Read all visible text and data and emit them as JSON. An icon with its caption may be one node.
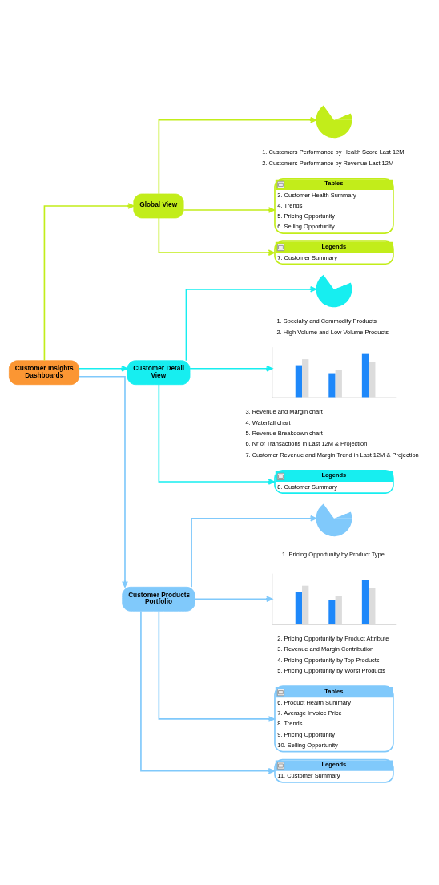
{
  "diagram": {
    "nodes": [
      {
        "text": [
          "Customer Insights Dashboards"
        ]
      },
      {
        "text": [
          "Global View"
        ]
      },
      {
        "text": [],
        "shape": "pie",
        "beside": [
          "1. Customers Performance by Health Score Last 12M",
          "2. Customers Performance by Revenue Last 12M"
        ]
      },
      {
        "text": [
          "Tables",
          "3. Customer Health Summary",
          "4. Trends",
          "5. Pricing Opportunity",
          "6. Selling Opportunity"
        ]
      },
      {
        "text": [
          "Legends",
          "7. Customer Summary"
        ]
      },
      {
        "text": [
          "Customer Detail View"
        ]
      },
      {
        "text": [],
        "shape": "pie",
        "beside": [
          "1. Specialty and Commodity Products",
          "2. High Volume and Low Volume Products"
        ]
      },
      {
        "text": [],
        "shape": "chart",
        "beside": [
          "3. Revenue and Margin chart",
          "4. Waterfall chart",
          "5. Revenue Breakdown chart",
          "6. Nr of Transactions in Last 12M & Projection",
          "7. Customer Revenue and Margin Trend in Last 12M & Projection"
        ]
      },
      {
        "text": [
          "Legends",
          "8. Customer Summary"
        ]
      },
      {
        "text": [
          "Customer Products Portfolio"
        ]
      },
      {
        "text": [],
        "shape": "pie",
        "beside": [
          "1. Pricing Opportunity by Product Type"
        ]
      },
      {
        "text": [],
        "shape": "chart",
        "beside": [
          "2. Pricing Opportunity by Product Attribute",
          "3. Revenue and Margin Contribution",
          "4. Pricing Opportunity by Top Products",
          "5. Pricing Opportunity by Worst Products"
        ]
      },
      {
        "text": [
          "Tables",
          "6. Product Health Summary",
          "7. Average Invoice Price",
          "8. Trends",
          "9. Pricing Opportunity",
          "10. Selling Opportunity"
        ]
      },
      {
        "text": [
          "Legends",
          "11. Customer Summary"
        ]
      }
    ],
    "edges": [
      {
        "from": 0,
        "to": 1,
        "arrow": "to",
        "color": "#c2ed1a"
      },
      {
        "from": 0,
        "to": 5,
        "arrow": "to",
        "color": "#17eef0"
      },
      {
        "from": 0,
        "to": 9,
        "arrow": "to",
        "color": "#80c9fb"
      },
      {
        "from": 1,
        "to": 2,
        "arrow": "to",
        "color": "#c2ed1a"
      },
      {
        "from": 1,
        "to": 3,
        "arrow": "to",
        "color": "#c2ed1a"
      },
      {
        "from": 1,
        "to": 4,
        "arrow": "to",
        "color": "#c2ed1a"
      },
      {
        "from": 5,
        "to": 6,
        "arrow": "to",
        "color": "#17eef0"
      },
      {
        "from": 5,
        "to": 7,
        "arrow": "to",
        "color": "#17eef0"
      },
      {
        "from": 5,
        "to": 8,
        "arrow": "to",
        "color": "#17eef0"
      },
      {
        "from": 9,
        "to": 10,
        "arrow": "to",
        "color": "#80c9fb"
      },
      {
        "from": 9,
        "to": 11,
        "arrow": "to",
        "color": "#80c9fb"
      },
      {
        "from": 9,
        "to": 12,
        "arrow": "to",
        "color": "#80c9fb"
      },
      {
        "from": 9,
        "to": 13,
        "arrow": "to",
        "color": "#80c9fb"
      }
    ]
  }
}
